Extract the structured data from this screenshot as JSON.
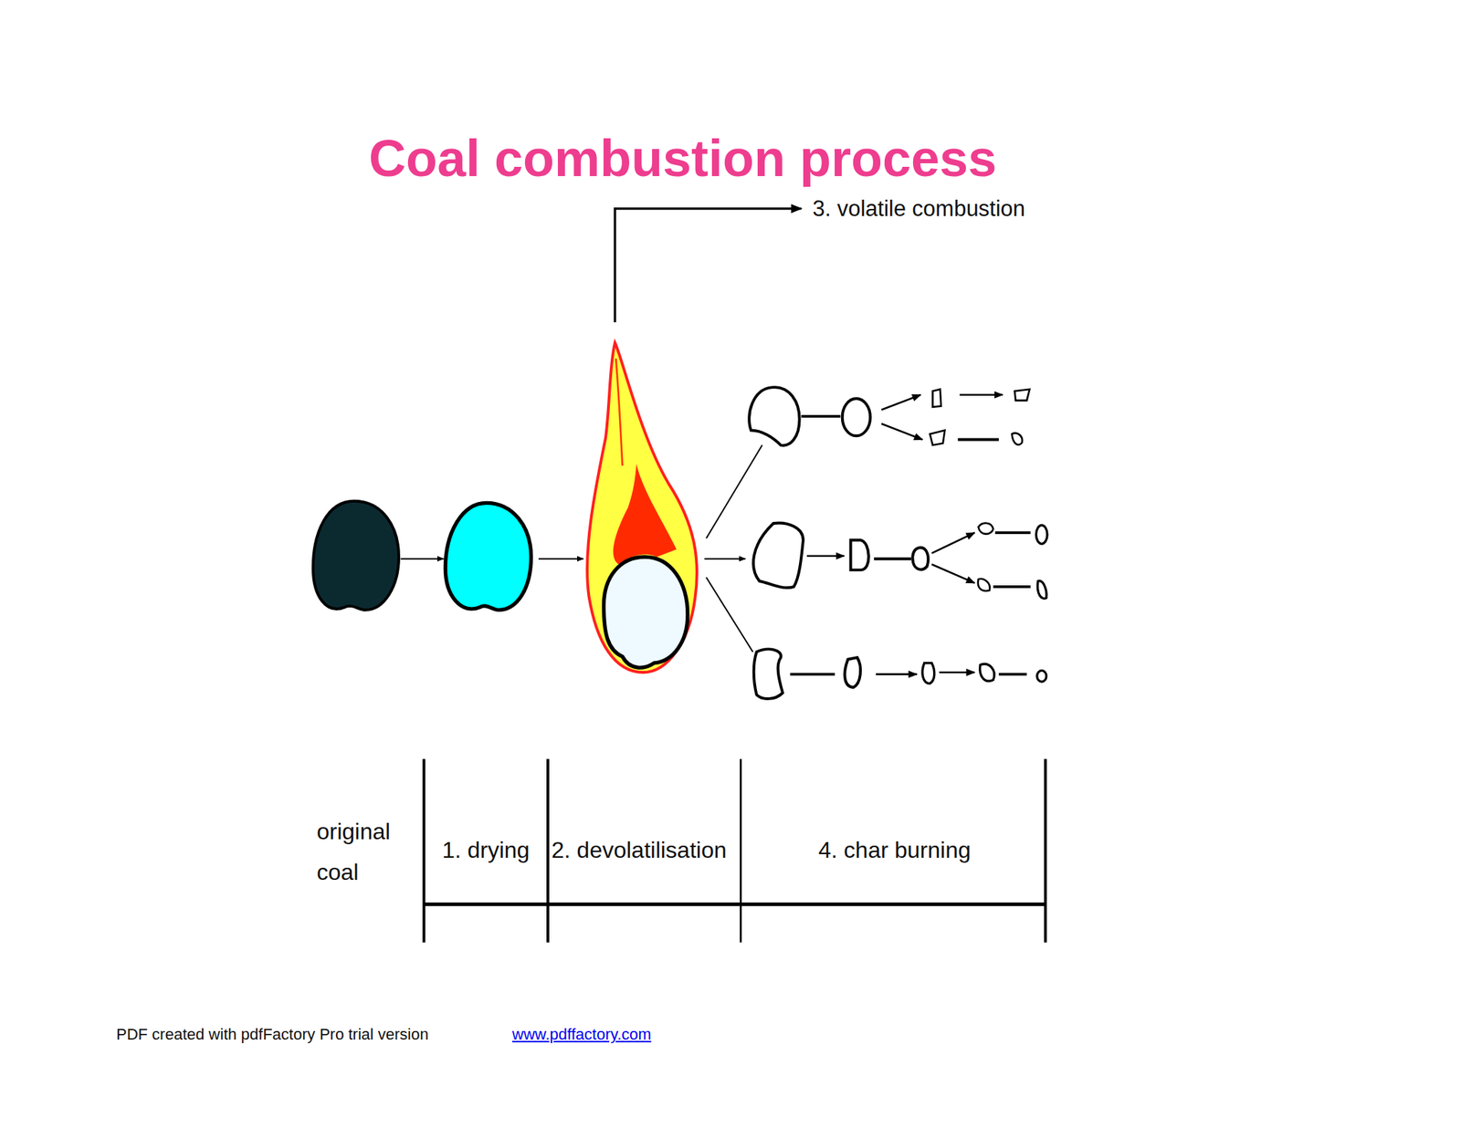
{
  "diagram": {
    "title": "Coal combustion process",
    "labels": [
      "3. volatile combustion",
      "original coal",
      "1. drying",
      "2. devolatilisation",
      "4. char burning",
      "PDF created with pdfFactory Pro trial version",
      "www.pdffactory.com"
    ]
  }
}
